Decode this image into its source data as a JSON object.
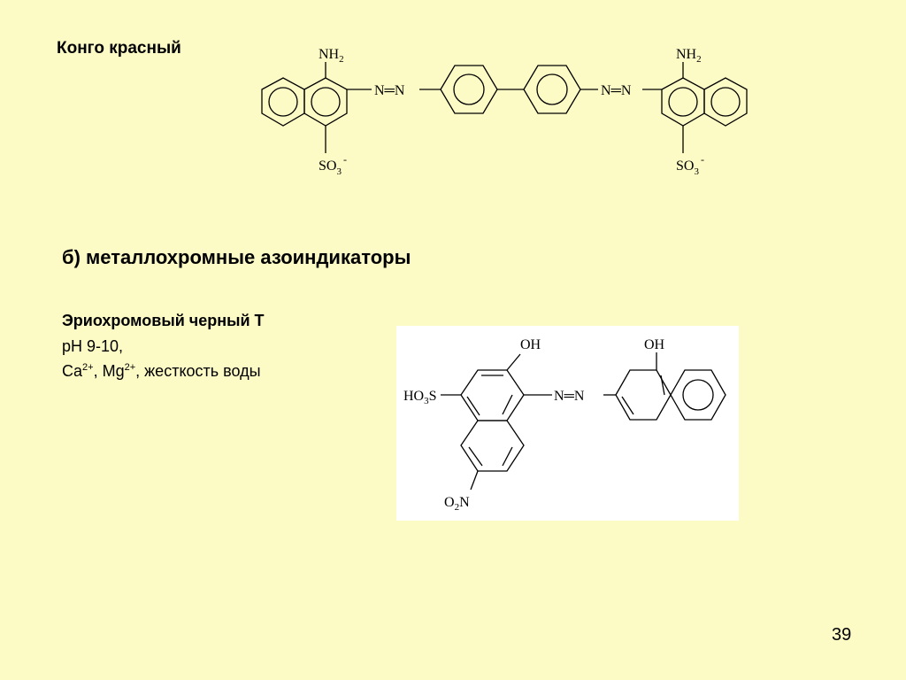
{
  "slide": {
    "congo_title": "Конго красный",
    "section_heading": "б) металлохромные азоиндикаторы",
    "erio_title": "Эриохромовый черный Т",
    "erio_ph": "pH 9-10,",
    "erio_ions": {
      "ca": "Ca",
      "ca_charge": "2+",
      "sep": ", ",
      "mg": "Mg",
      "mg_charge": "2+",
      "tail": ", жесткость воды"
    },
    "page_number": "39"
  },
  "congo_structure": {
    "amine_left": "NH",
    "amine_left_sub": "2",
    "amine_right": "NH",
    "amine_right_sub": "2",
    "sulfo_left": "SO",
    "sulfo_left_sub": "3",
    "sulfo_left_charge": "-",
    "sulfo_right": "SO",
    "sulfo_right_sub": "3",
    "sulfo_right_charge": "-",
    "azo_left": "N═N",
    "azo_right": "N═N"
  },
  "erio_structure": {
    "oh_left": "OH",
    "oh_right": "OH",
    "sulfo_a": "HO",
    "sulfo_sub": "3",
    "sulfo_b": "S",
    "azo": "N═N",
    "nitro_a": "O",
    "nitro_sub": "2",
    "nitro_b": "N"
  }
}
